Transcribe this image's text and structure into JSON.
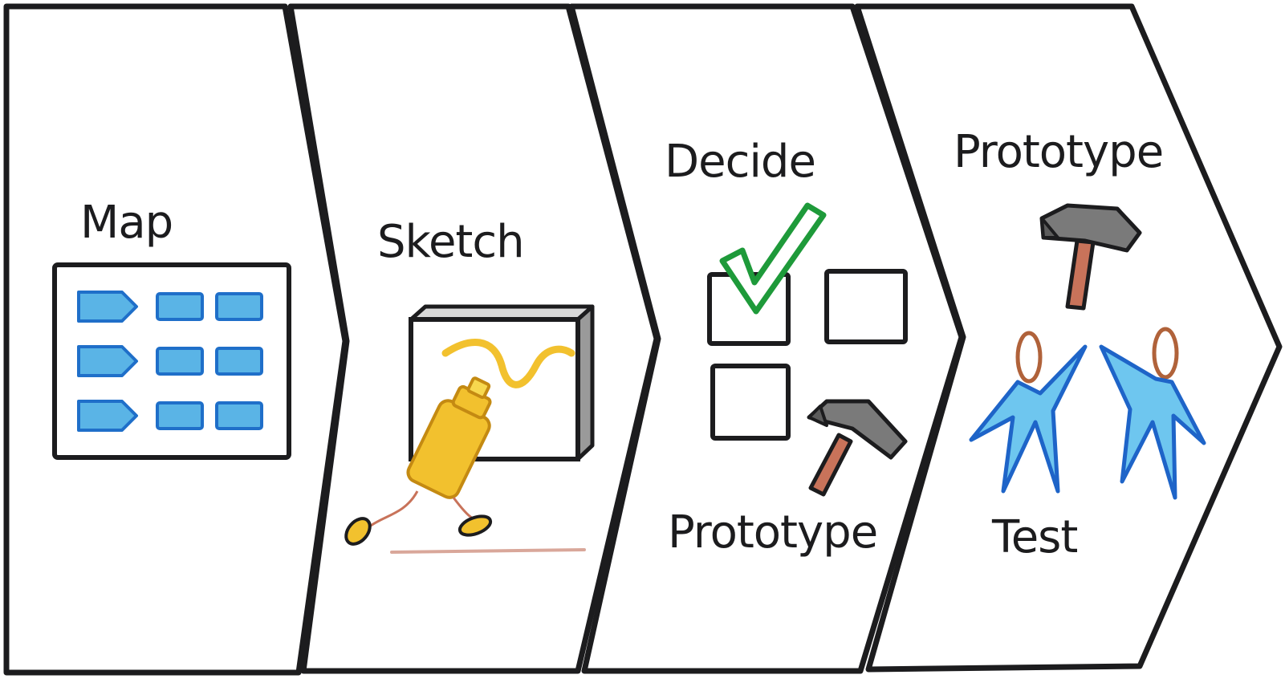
{
  "steps": [
    {
      "label": "Map",
      "icon": "map-board-icon"
    },
    {
      "label": "Sketch",
      "icon": "marker-sketch-icon"
    },
    {
      "label": "Decide",
      "secondary_label": "Prototype",
      "icon": "checkbox-decision-icon",
      "secondary_icon": "hammer-icon"
    },
    {
      "label": "Prototype",
      "secondary_label": "Test",
      "icon": "hammer-icon",
      "secondary_icon": "users-icon"
    }
  ],
  "colors": {
    "outline": "#1c1c1e",
    "map_blue": "#5ab4e6",
    "map_blue_stroke": "#1f6fc9",
    "marker_yellow": "#f2c12e",
    "marker_stroke": "#c48a12",
    "check_green": "#1e9a3a",
    "hammer_head": "#7a7a7a",
    "hammer_handle": "#c8735a",
    "person_head": "#b0623a",
    "person_body": "#6ec6ef",
    "person_stroke": "#1e64c8"
  }
}
